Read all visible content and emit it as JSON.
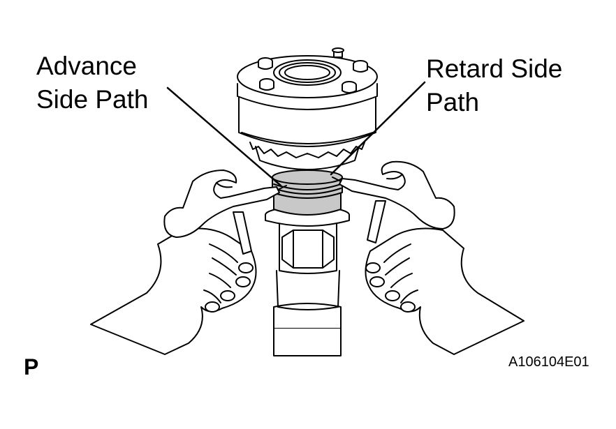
{
  "labels": {
    "advance_line1": "Advance",
    "advance_line2": "Side Path",
    "retard_line1": "Retard Side",
    "retard_line2": "Path"
  },
  "footer": {
    "view_code": "P",
    "figure_id": "A106104E01"
  },
  "colors": {
    "ink": "#000000",
    "highlight": "#c8c8c8",
    "paper": "#ffffff"
  },
  "icons": {
    "left_tool": "air-nozzle-gun-icon",
    "right_tool": "air-nozzle-gun-icon"
  }
}
